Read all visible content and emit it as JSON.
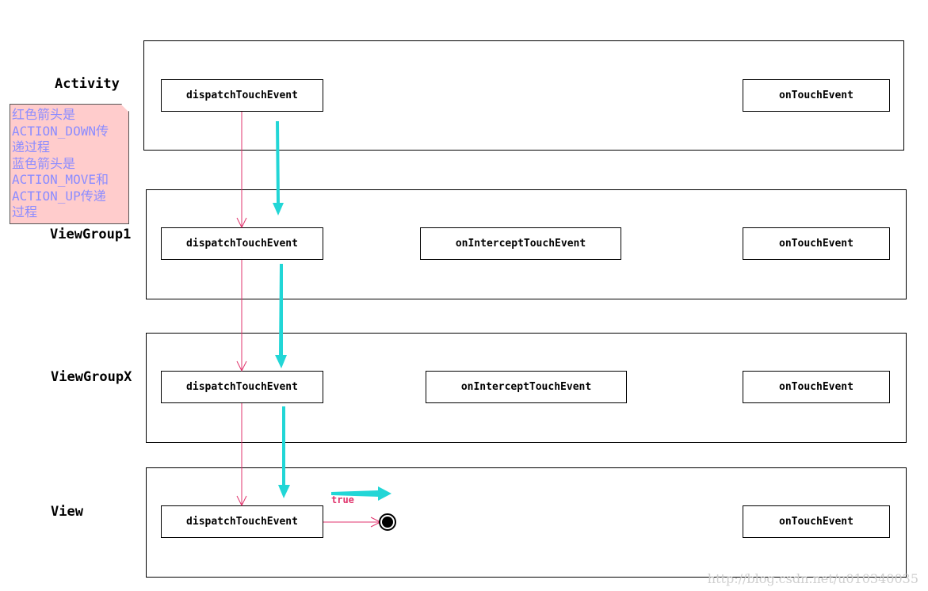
{
  "layers": [
    {
      "label": "Activity",
      "methods": [
        "dispatchTouchEvent",
        "onTouchEvent"
      ]
    },
    {
      "label": "ViewGroup1",
      "methods": [
        "dispatchTouchEvent",
        "onInterceptTouchEvent",
        "onTouchEvent"
      ]
    },
    {
      "label": "ViewGroupX",
      "methods": [
        "dispatchTouchEvent",
        "onInterceptTouchEvent",
        "onTouchEvent"
      ]
    },
    {
      "label": "View",
      "methods": [
        "dispatchTouchEvent",
        "onTouchEvent"
      ]
    }
  ],
  "note": {
    "lines": [
      "红色箭头是",
      "ACTION_DOWN传",
      "递过程",
      "蓝色箭头是",
      "ACTION_MOVE和",
      "ACTION_UP传递",
      "过程"
    ]
  },
  "true_label": "true",
  "watermark": "http://blog.csdn.net/u010340035",
  "colors": {
    "down_arrow": "#e0336c",
    "move_up_arrow": "#22d6d6",
    "note_bg": "#ffcccc",
    "note_text": "#8c8cff"
  }
}
